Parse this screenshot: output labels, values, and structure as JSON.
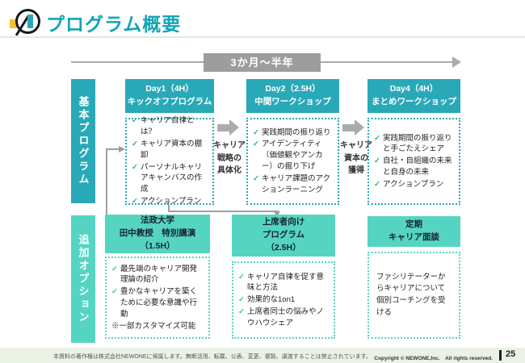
{
  "header": {
    "title": "プログラム概要"
  },
  "timeline": {
    "label": "3か月～半年"
  },
  "basic_row": {
    "side_label": "基本プログラム",
    "boxes": [
      {
        "title": "Day1（4H）\nキックオフプログラム",
        "items": [
          {
            "check": "✓",
            "text": "キャリア自律とは？"
          },
          {
            "check": "✓",
            "text": "キャリア資本の棚卸"
          },
          {
            "check": "✓",
            "text": "パーソナルキャリアキャンバスの作成"
          },
          {
            "check": "✓",
            "text": "アクションプラン"
          }
        ]
      },
      {
        "title": "Day2（2.5H）\n中間ワークショップ",
        "items": [
          {
            "check": "✓",
            "text": "実践期間の振り返り"
          },
          {
            "check": "✓",
            "text": "アイデンティティ（価値観やアンカー）の掘り下げ"
          },
          {
            "check": "✓",
            "text": "キャリア課題のアクションラーニング"
          }
        ]
      },
      {
        "title": "Day4（4H）\nまとめワークショップ",
        "items": [
          {
            "check": "✓",
            "text": "実践期間の振り返りと手ごたえシェア"
          },
          {
            "check": "✓",
            "text": "自社・自組織の未来と自身の未来"
          },
          {
            "check": "✓",
            "text": "アクションプラン"
          }
        ]
      }
    ],
    "arrows": [
      {
        "label": "キャリア\n戦略の\n具体化"
      },
      {
        "label": "キャリア\n資本の\n獲得"
      }
    ]
  },
  "optional_row": {
    "side_label": "追加オプション",
    "boxes": [
      {
        "title": "法政大学\n田中教授　特別講演\n（1.5H）",
        "items": [
          {
            "check": "✓",
            "text": "最先端のキャリア開発理論の紹介"
          },
          {
            "check": "✓",
            "text": "豊かなキャリアを築くために必要な意識や行動"
          },
          {
            "check": "",
            "text": "※一部カスタマイズ可能"
          }
        ]
      },
      {
        "title": "上席者向け\nプログラム\n（2.5H）",
        "items": [
          {
            "check": "✓",
            "text": "キャリア自律を促す意味と方法"
          },
          {
            "check": "✓",
            "text": "効果的な1on1"
          },
          {
            "check": "✓",
            "text": "上席者同士の悩みやノウハウシェア"
          }
        ]
      },
      {
        "title": "定期\nキャリア面談",
        "items": [
          {
            "check": "",
            "text": "ファシリテーターからキャリアについて個別コーチングを受ける"
          }
        ]
      }
    ]
  },
  "footer": {
    "notice": "本資料の著作権は株式会社NEWONEに帰属します。無断活用、転載、公表、変更、複製、譲渡することは禁止されています。",
    "copyright": "Copyright © NEWONE,Inc.　All rights reserved.",
    "page": "25"
  },
  "colors": {
    "teal": "#29A9B8",
    "mint": "#55D4C2",
    "title_teal": "#12A5B5",
    "arrow_gray": "#ABABAB",
    "timeline_box_gray": "#9D9D9D",
    "footer_bg": "#E9F2E5",
    "logo_yellow": "#F2C230"
  }
}
